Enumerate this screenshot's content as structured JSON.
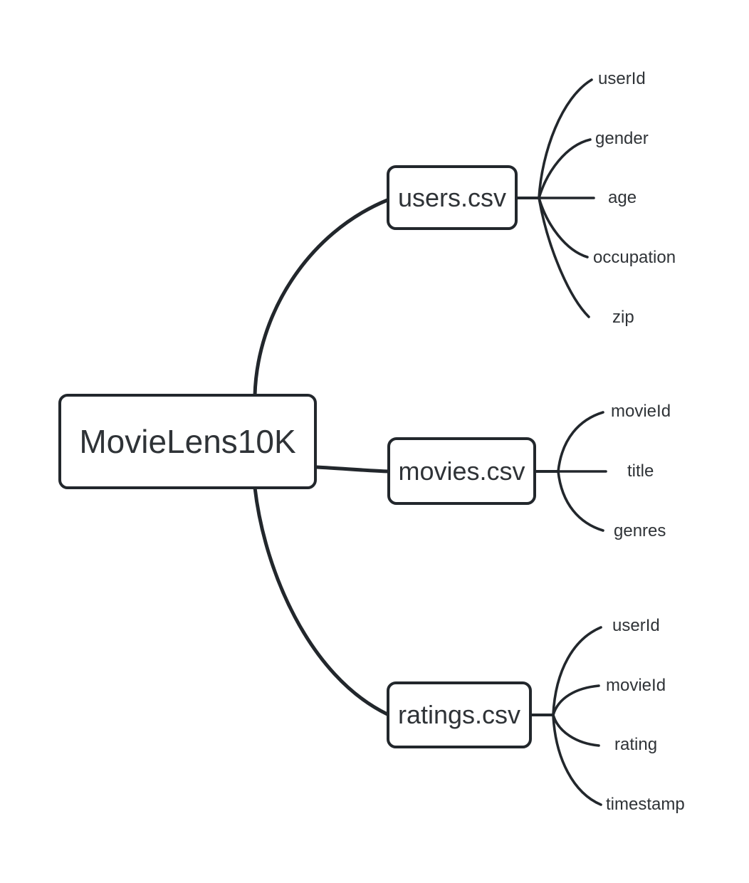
{
  "root": {
    "label": "MovieLens10K"
  },
  "branches": [
    {
      "label": "users.csv",
      "leaves": [
        "userId",
        "gender",
        "age",
        "occupation",
        "zip"
      ]
    },
    {
      "label": "movies.csv",
      "leaves": [
        "movieId",
        "title",
        "genres"
      ]
    },
    {
      "label": "ratings.csv",
      "leaves": [
        "userId",
        "movieId",
        "rating",
        "timestamp"
      ]
    }
  ],
  "colors": {
    "line": "#22272c",
    "node_border": "#22272c",
    "node_fill": "#ffffff",
    "text": "#2f3337",
    "background": "#ffffff"
  }
}
